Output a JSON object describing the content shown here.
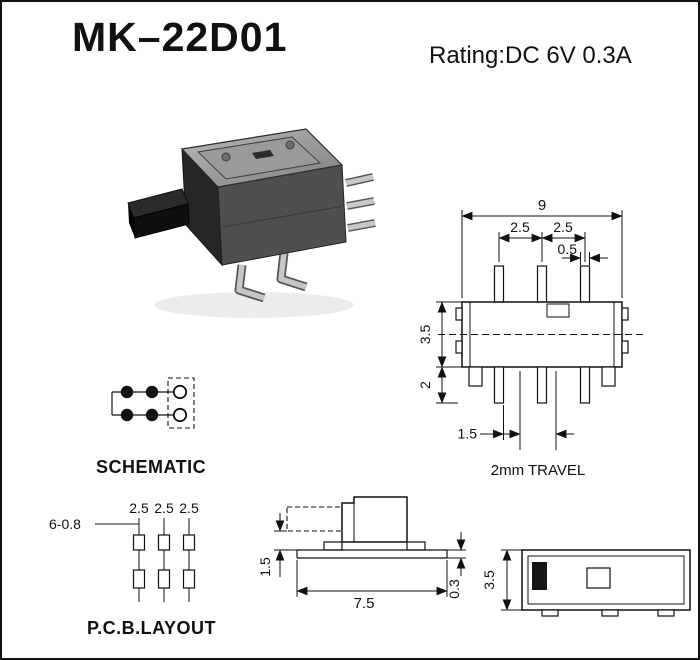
{
  "page": {
    "title": "MK–22D01",
    "rating": "Rating:DC 6V 0.3A"
  },
  "colors": {
    "ink": "#111111",
    "paper": "#ffffff"
  },
  "front_view": {
    "dim_total_width": "9",
    "dim_pitch_left": "2.5",
    "dim_pitch_right": "2.5",
    "dim_terminal_width": "0.5",
    "dim_body_height": "3.5",
    "dim_terminal_length": "2",
    "dim_end_offset": "1.5",
    "travel_note": "2mm TRAVEL"
  },
  "schematic": {
    "label": "SCHEMATIC"
  },
  "pcb_layout": {
    "label": "P.C.B.LAYOUT",
    "hole_callout": "6-0.8",
    "dim_pitch_1": "2.5",
    "dim_pitch_2": "2.5",
    "dim_pitch_3": "2.5"
  },
  "side_view": {
    "dim_knob_height": "1.5",
    "dim_base_width": "7.5",
    "dim_terminal_thickness": "0.3"
  },
  "end_view": {
    "dim_body_width": "3.5"
  }
}
